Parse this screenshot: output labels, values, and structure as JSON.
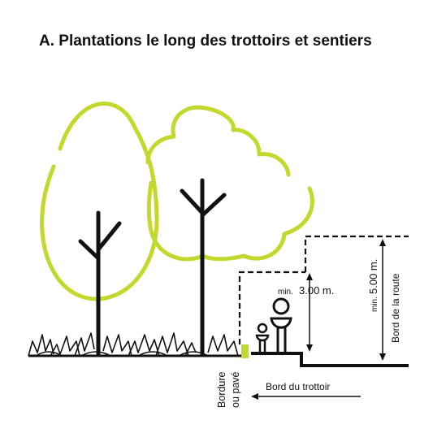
{
  "title": "A. Plantations le long des trottoirs et sentiers",
  "colors": {
    "accent": "#c3d82d",
    "ink": "#111111",
    "background": "#ffffff"
  },
  "labels": {
    "min_height_small_prefix": "min.",
    "min_height_small_value": "3.00 m.",
    "min_height_large_prefix": "min.",
    "min_height_large_value": "5.00 m.",
    "road_edge": "Bord de la route",
    "curb_line1": "Bordure",
    "curb_line2": "ou pavé",
    "sidewalk_edge": "Bord du trottoir"
  },
  "icons": {
    "tall_tree": "tall-tree-icon",
    "round_tree": "round-tree-icon",
    "adult": "adult-pedestrian-icon",
    "child": "child-pedestrian-icon",
    "grass": "grass-tufts-icon",
    "curb": "curb-marker-icon"
  }
}
